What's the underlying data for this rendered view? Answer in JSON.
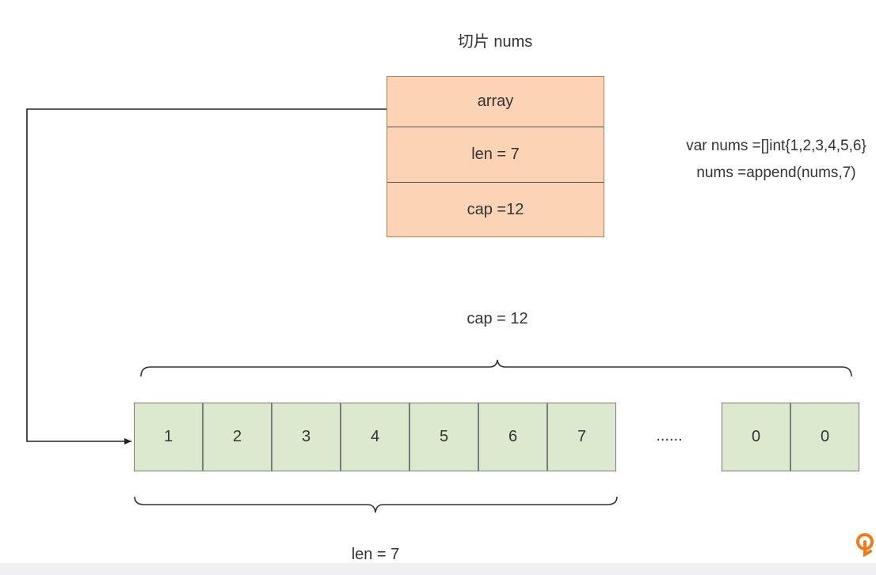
{
  "title": "切片 nums",
  "slice_header": {
    "fields": [
      "array",
      "len = 7",
      "cap =12"
    ]
  },
  "code": {
    "line1": "var nums =[]int{1,2,3,4,5,6}",
    "line2": "nums =append(nums,7)"
  },
  "cap_label": "cap = 12",
  "len_label": "len = 7",
  "array": {
    "filled": [
      "1",
      "2",
      "3",
      "4",
      "5",
      "6",
      "7"
    ],
    "ellipsis": "......",
    "tail": [
      "0",
      "0"
    ]
  },
  "colors": {
    "header_fill": "#fdd3b5",
    "array_fill": "#dde9cf",
    "logo": "#f07a1a"
  }
}
